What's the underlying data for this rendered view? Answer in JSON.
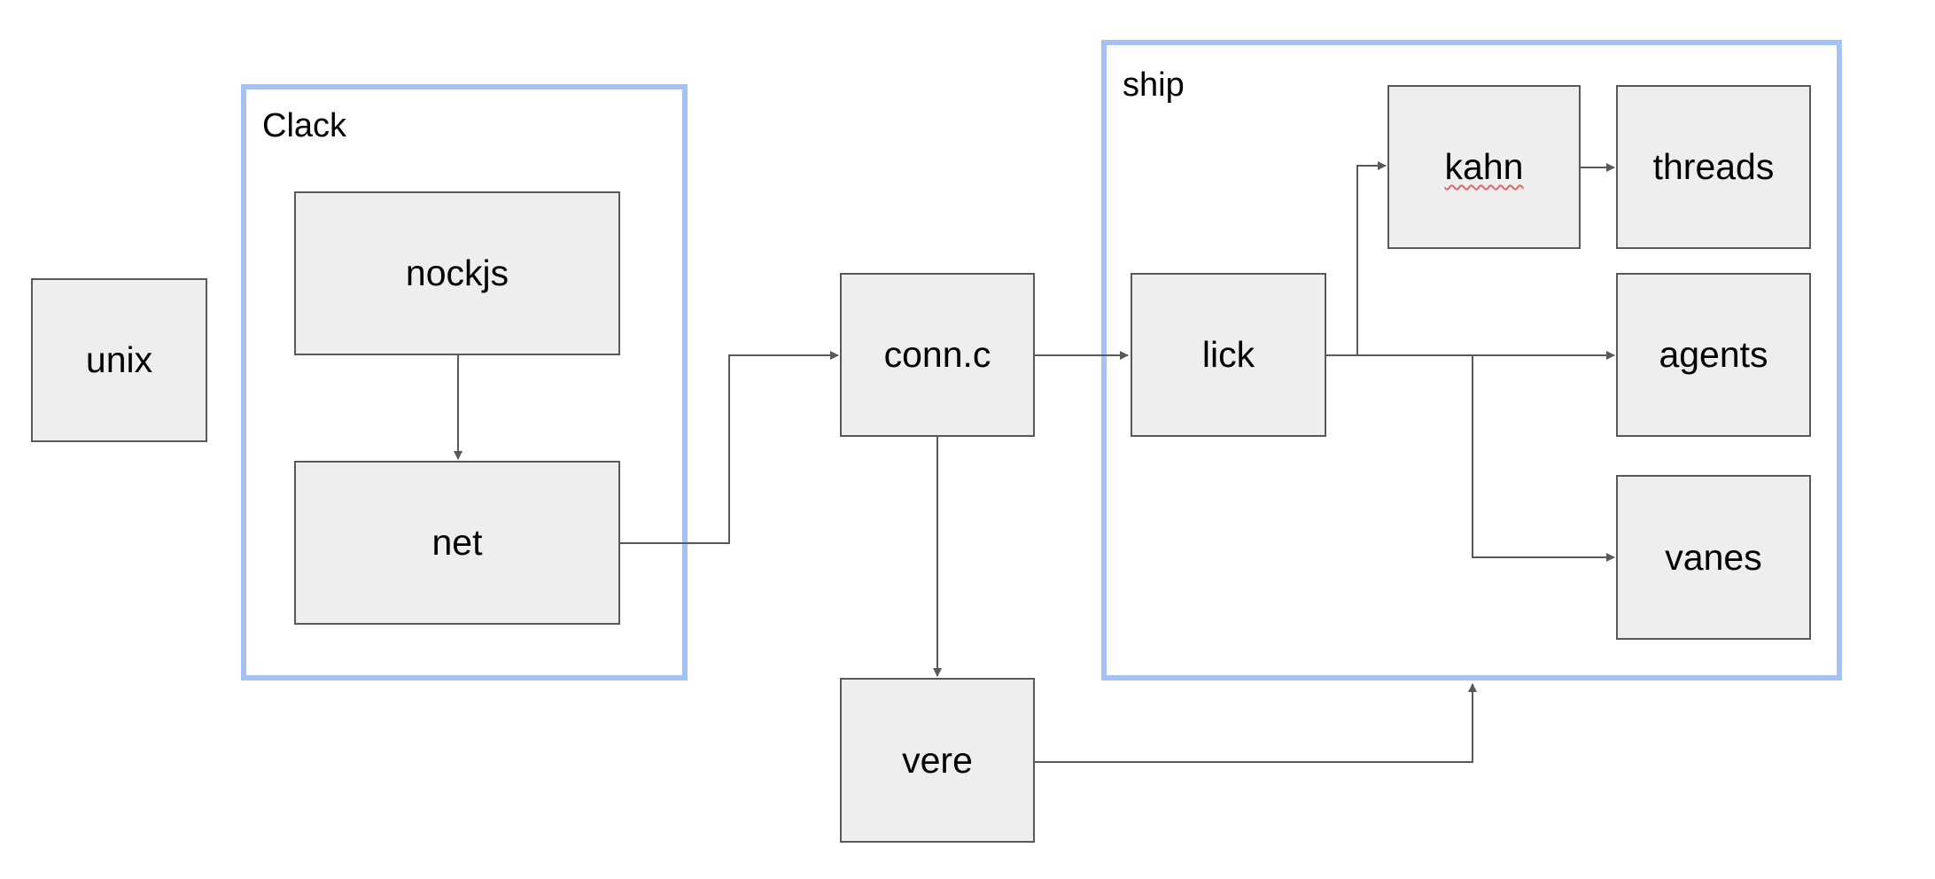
{
  "diagram": {
    "colors": {
      "box_fill": "#eeeeee",
      "box_border": "#595959",
      "group_border": "#a4c2f4",
      "connector": "#595959"
    },
    "groups": {
      "clack": {
        "label": "Clack"
      },
      "ship": {
        "label": "ship"
      }
    },
    "nodes": {
      "unix": "unix",
      "nockjs": "nockjs",
      "net": "net",
      "connc": "conn.c",
      "vere": "vere",
      "lick": "lick",
      "kahn": "kahn",
      "threads": "threads",
      "agents": "agents",
      "vanes": "vanes"
    },
    "edges": [
      {
        "from": "nockjs",
        "to": "net"
      },
      {
        "from": "net",
        "to": "conn.c"
      },
      {
        "from": "conn.c",
        "to": "lick"
      },
      {
        "from": "conn.c",
        "to": "vere"
      },
      {
        "from": "vere",
        "to": "ship"
      },
      {
        "from": "lick",
        "to": "kahn"
      },
      {
        "from": "lick",
        "to": "agents"
      },
      {
        "from": "lick",
        "to": "vanes"
      },
      {
        "from": "kahn",
        "to": "threads"
      }
    ]
  }
}
